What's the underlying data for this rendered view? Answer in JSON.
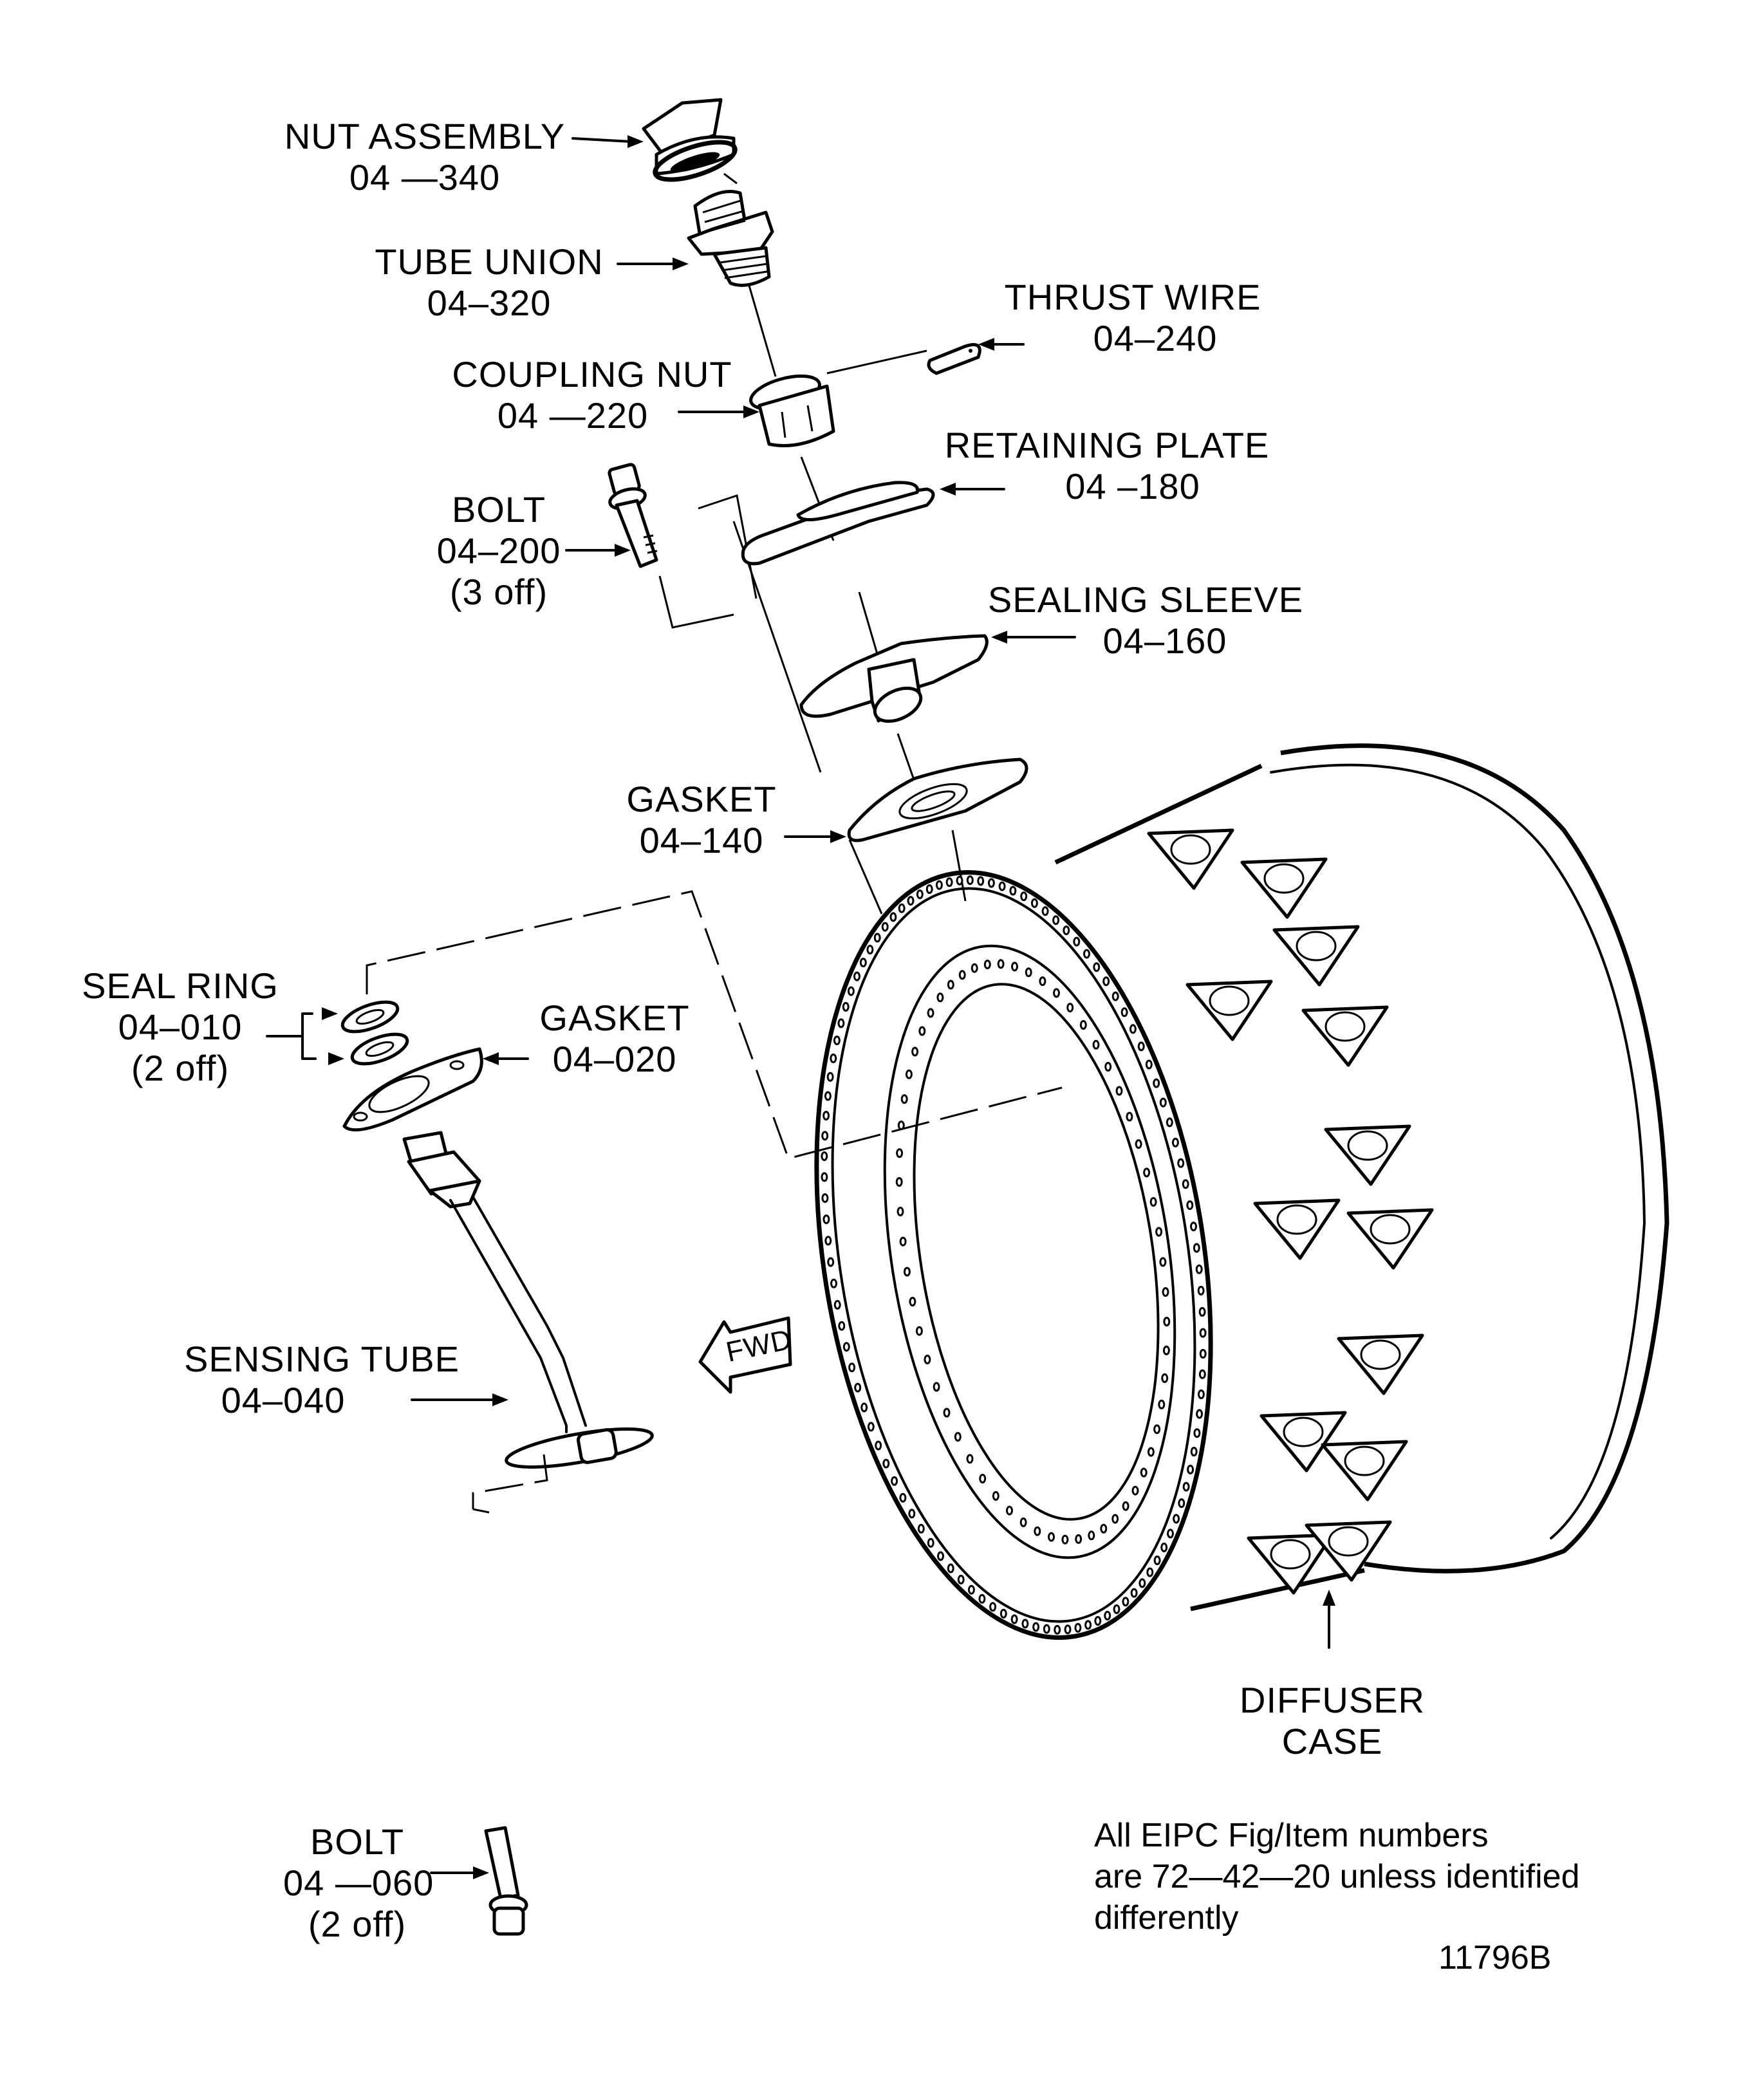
{
  "colors": {
    "ink": "#000000",
    "paper": "#ffffff"
  },
  "callouts": {
    "nut_assembly": {
      "name": "NUT ASSEMBLY",
      "item": "04 —340"
    },
    "tube_union": {
      "name": "TUBE UNION",
      "item": "04–320"
    },
    "thrust_wire": {
      "name": "THRUST WIRE",
      "item": "04–240"
    },
    "coupling_nut": {
      "name": "COUPLING NUT",
      "item": "04 —220"
    },
    "retaining_plate": {
      "name": "RETAINING PLATE",
      "item": "04 –180"
    },
    "bolt_upper": {
      "name": "BOLT",
      "item": "04–200",
      "qty": "(3 off)"
    },
    "sealing_sleeve": {
      "name": "SEALING SLEEVE",
      "item": "04–160"
    },
    "gasket_upper": {
      "name": "GASKET",
      "item": "04–140"
    },
    "seal_ring": {
      "name": "SEAL RING",
      "item": "04–010",
      "qty": "(2 off)"
    },
    "gasket_lower": {
      "name": "GASKET",
      "item": "04–020"
    },
    "sensing_tube": {
      "name": "SENSING TUBE",
      "item": "04–040"
    },
    "bolt_lower": {
      "name": "BOLT",
      "item": "04 —060",
      "qty": "(2 off)"
    },
    "diffuser_case": {
      "line1": "DIFFUSER",
      "line2": "CASE"
    }
  },
  "fwd_arrow": {
    "label": "FWD",
    "icon": "left-arrow-icon"
  },
  "note": {
    "line1": "All EIPC Fig/Item numbers",
    "line2": "are 72—42—20 unless identified",
    "line3": "differently"
  },
  "figure_id": "11796B"
}
